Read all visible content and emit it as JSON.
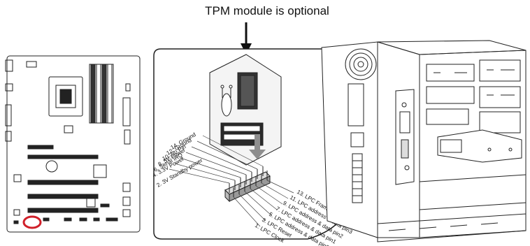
{
  "header": {
    "title": "TPM module is optional"
  },
  "pins_left": [
    "14. Ground",
    "12. Ground",
    "10. No Pin",
    "8. 5V Power",
    "6. Serial IRQ",
    "4. 3.3V Power",
    "2. 3V Standby power"
  ],
  "pins_right": [
    "13. LPC Frame",
    "11. LPC address & data pin3",
    "9. LPC address & data pin2",
    "7. LPC address & data pin1",
    "5. LPC address & data pin0",
    "3. LPC Reset",
    "1. LPC Clock"
  ],
  "colors": {
    "highlight_circle": "#d0202a",
    "line": "#222222",
    "arrow_gray": "#8e8e8e"
  }
}
